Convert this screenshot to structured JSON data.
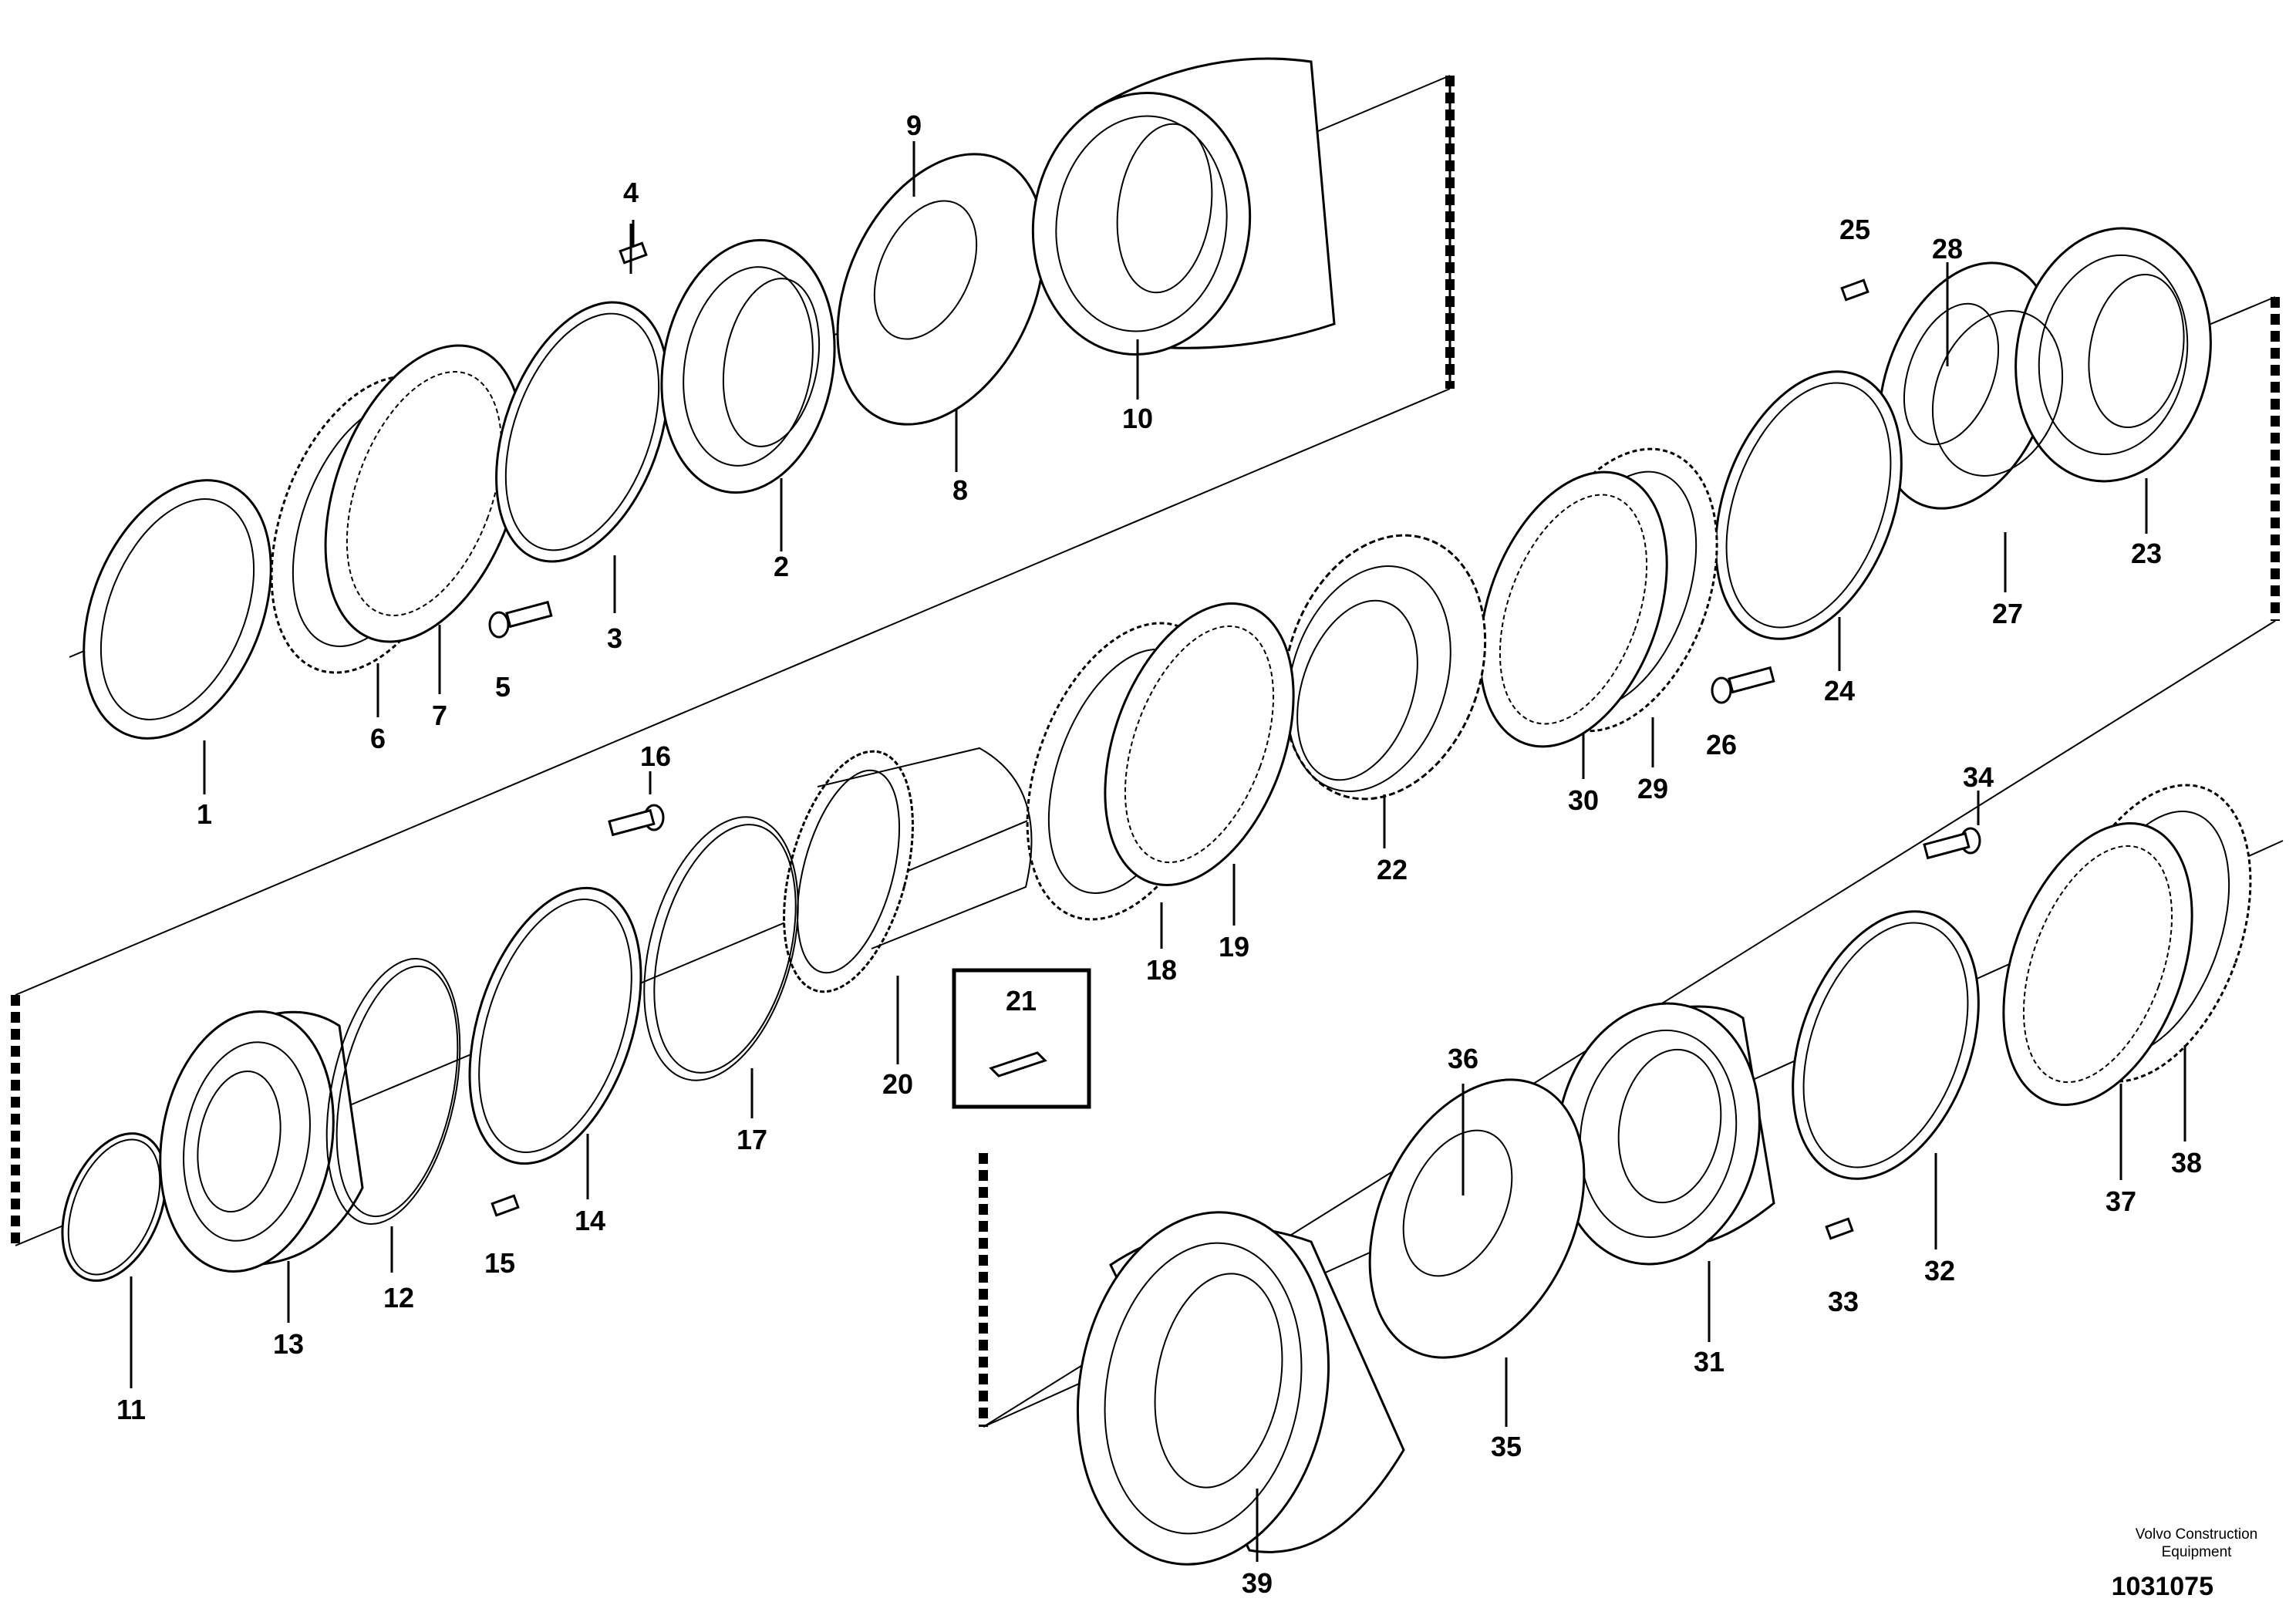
{
  "part_labels": [
    "1",
    "2",
    "3",
    "4",
    "5",
    "6",
    "7",
    "8",
    "9",
    "10",
    "11",
    "12",
    "13",
    "14",
    "15",
    "16",
    "17",
    "18",
    "19",
    "20",
    "21",
    "22",
    "23",
    "24",
    "25",
    "26",
    "27",
    "28",
    "29",
    "30",
    "31",
    "32",
    "33",
    "34",
    "35",
    "36",
    "37",
    "38",
    "39"
  ],
  "footer": {
    "brand_line1": "Volvo Construction",
    "brand_line2": "Equipment",
    "doc_number": "1031075"
  }
}
